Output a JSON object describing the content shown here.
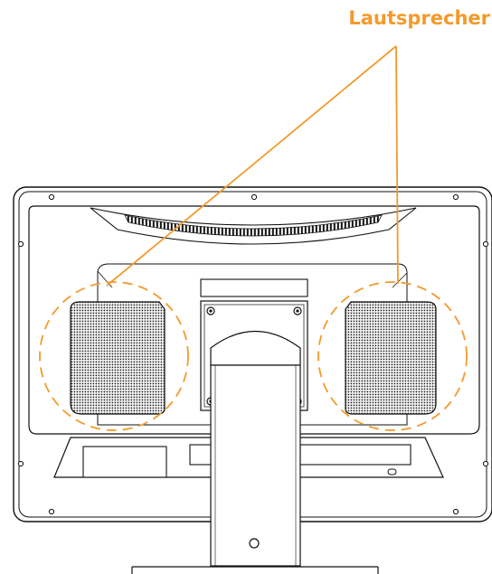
{
  "callout": {
    "label": "Lautsprecher",
    "target_count": 2
  },
  "figure": {
    "subject": "monitor-rear-view",
    "highlighted_parts": [
      "left-speaker",
      "right-speaker"
    ]
  },
  "colors": {
    "accent": "#f39a2c",
    "line": "#111111",
    "background": "#ffffff"
  }
}
